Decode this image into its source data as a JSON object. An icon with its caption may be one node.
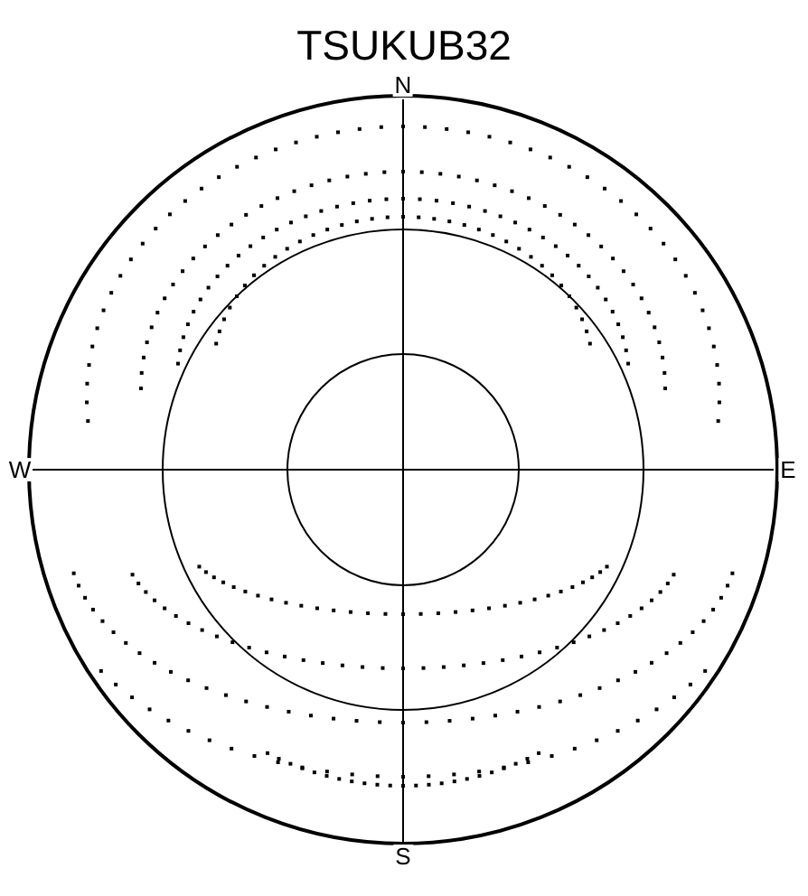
{
  "diagram": {
    "title": "TSUKUB32",
    "labels": [
      "N",
      "W",
      "E",
      "S"
    ]
  }
}
